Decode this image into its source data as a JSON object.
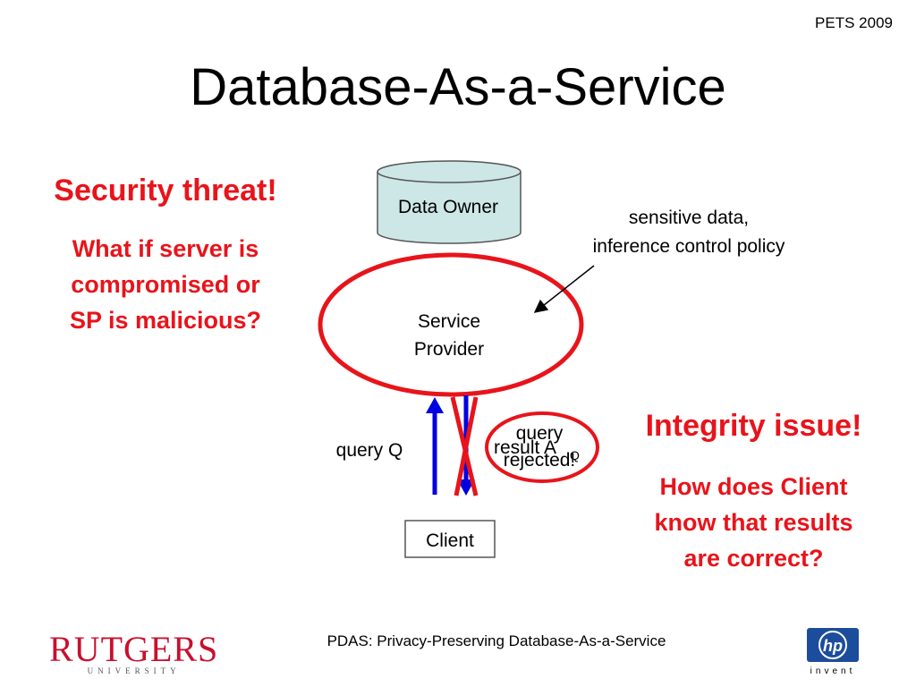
{
  "header": {
    "conference": "PETS 2009",
    "title": "Database-As-a-Service"
  },
  "left_callout": {
    "heading": "Security threat!",
    "lines": [
      "What if server is",
      "compromised or",
      "SP is malicious?"
    ]
  },
  "right_callout": {
    "heading": "Integrity issue!",
    "lines": [
      "How does Client",
      "know that results",
      "are correct?"
    ]
  },
  "diagram": {
    "data_owner": "Data Owner",
    "service_provider": [
      "Service",
      "Provider"
    ],
    "client": "Client",
    "query_label": "query Q",
    "result_label": "result A",
    "result_subscript": "Q",
    "rejected_label": [
      "query",
      "rejected!"
    ],
    "sensitive_note": [
      "sensitive data,",
      "inference control policy"
    ]
  },
  "footer": {
    "caption": "PDAS: Privacy-Preserving Database-As-a-Service"
  },
  "logos": {
    "rutgers": {
      "name": "RUTGERS",
      "sub": "UNIVERSITY"
    },
    "hp": {
      "mark": "hp",
      "tagline": "invent"
    }
  },
  "colors": {
    "red": "#e8141b",
    "blue": "#0000e0",
    "cylinder": "#cde6e6"
  }
}
